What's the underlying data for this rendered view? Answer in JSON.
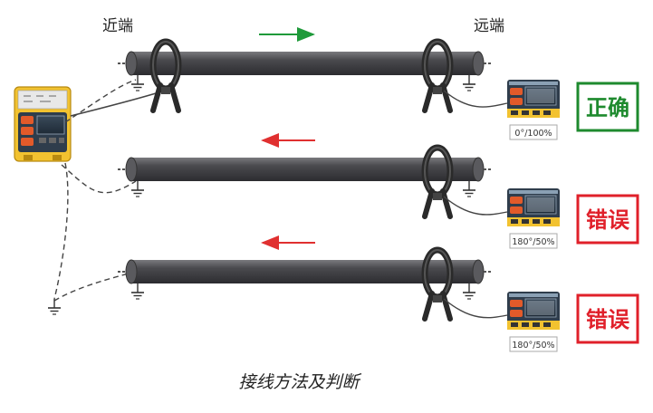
{
  "labels": {
    "near_end": "近端",
    "far_end": "远端",
    "caption": "接线方法及判断"
  },
  "colors": {
    "pipe": "#3f3f42",
    "pipe_highlight": "#6e6e72",
    "arrow_correct": "#1f9a3a",
    "arrow_wrong": "#e03030",
    "verdict_correct": "#1e8a2e",
    "verdict_wrong": "#e0202a",
    "device_body": "#f2c230"
  },
  "rows": [
    {
      "arrow_direction": "right",
      "reading": "0°/100%",
      "verdict": "正确",
      "status": "correct"
    },
    {
      "arrow_direction": "left",
      "reading": "180°/50%",
      "verdict": "错误",
      "status": "wrong"
    },
    {
      "arrow_direction": "left",
      "reading": "180°/50%",
      "verdict": "错误",
      "status": "wrong"
    }
  ],
  "icons": {
    "main_device": "tester-device-icon",
    "clamp": "clamp-ct-icon",
    "ground": "ground-symbol-icon",
    "receiver": "receiver-device-icon"
  }
}
